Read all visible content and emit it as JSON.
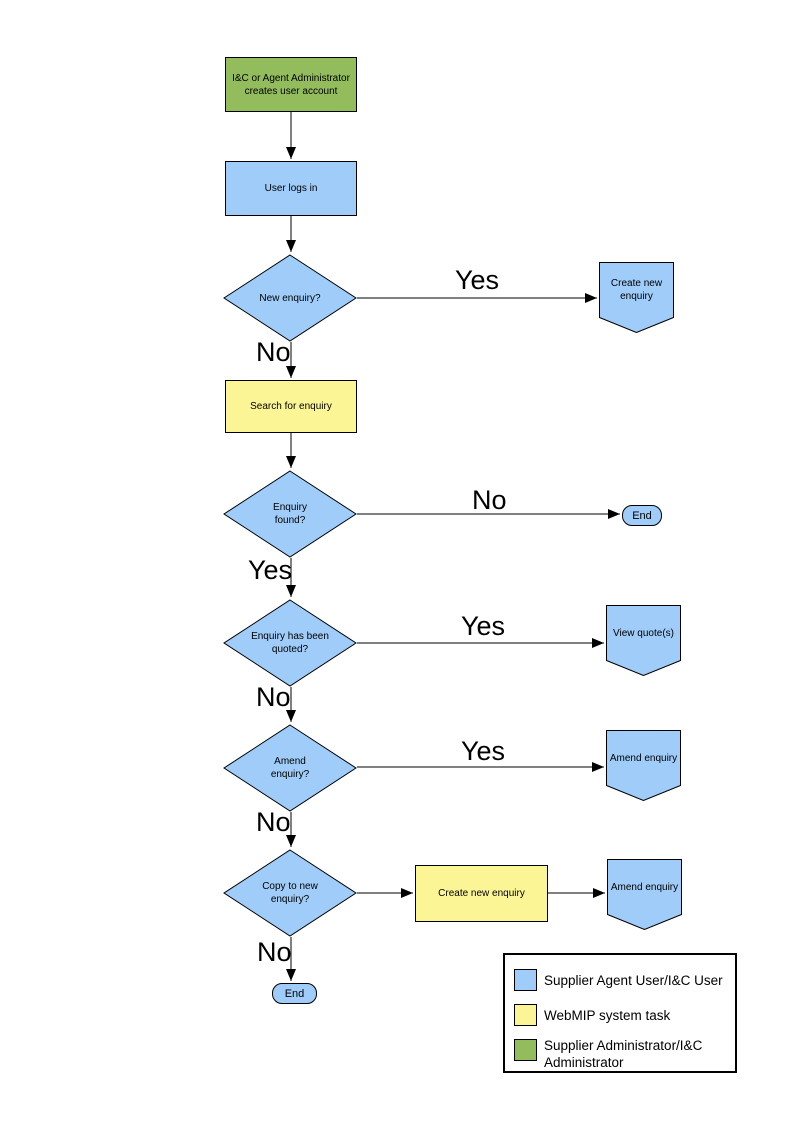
{
  "colors": {
    "user": "#9FCCF8",
    "system": "#FBF595",
    "admin": "#93BC5D",
    "line": "#000000"
  },
  "nodes": {
    "admin_create": {
      "label": "I&C or Agent Administrator creates user account"
    },
    "user_login": {
      "label": "User logs in"
    },
    "new_enquiry": {
      "label": "New enquiry?"
    },
    "create_new_enquiry": {
      "label": "Create new enquiry"
    },
    "search_enquiry": {
      "label": "Search for enquiry"
    },
    "enquiry_found": {
      "label": "Enquiry found?"
    },
    "end_right": {
      "label": "End"
    },
    "enquiry_quoted": {
      "label": "Enquiry has been quoted?"
    },
    "view_quotes": {
      "label": "View quote(s)"
    },
    "amend_enquiry_q": {
      "label": "Amend enquiry?"
    },
    "amend_enquiry": {
      "label": "Amend enquiry"
    },
    "copy_to_new": {
      "label": "Copy to new enquiry?"
    },
    "create_new_enquiry_task": {
      "label": "Create new enquiry"
    },
    "amend_enquiry_2": {
      "label": "Amend enquiry"
    },
    "end_bottom": {
      "label": "End"
    }
  },
  "edges": {
    "yes_new_enquiry": "Yes",
    "no_new_enquiry": "No",
    "no_enquiry_found": "No",
    "yes_enquiry_found": "Yes",
    "yes_quoted": "Yes",
    "no_quoted": "No",
    "yes_amend": "Yes",
    "no_amend": "No",
    "no_copy": "No"
  },
  "legend": {
    "items": [
      {
        "color": "#9FCCF8",
        "label": "Supplier Agent User/I&C User"
      },
      {
        "color": "#FBF595",
        "label": "WebMIP system task"
      },
      {
        "color": "#93BC5D",
        "label": "Supplier Administrator/I&C Administrator"
      }
    ]
  }
}
